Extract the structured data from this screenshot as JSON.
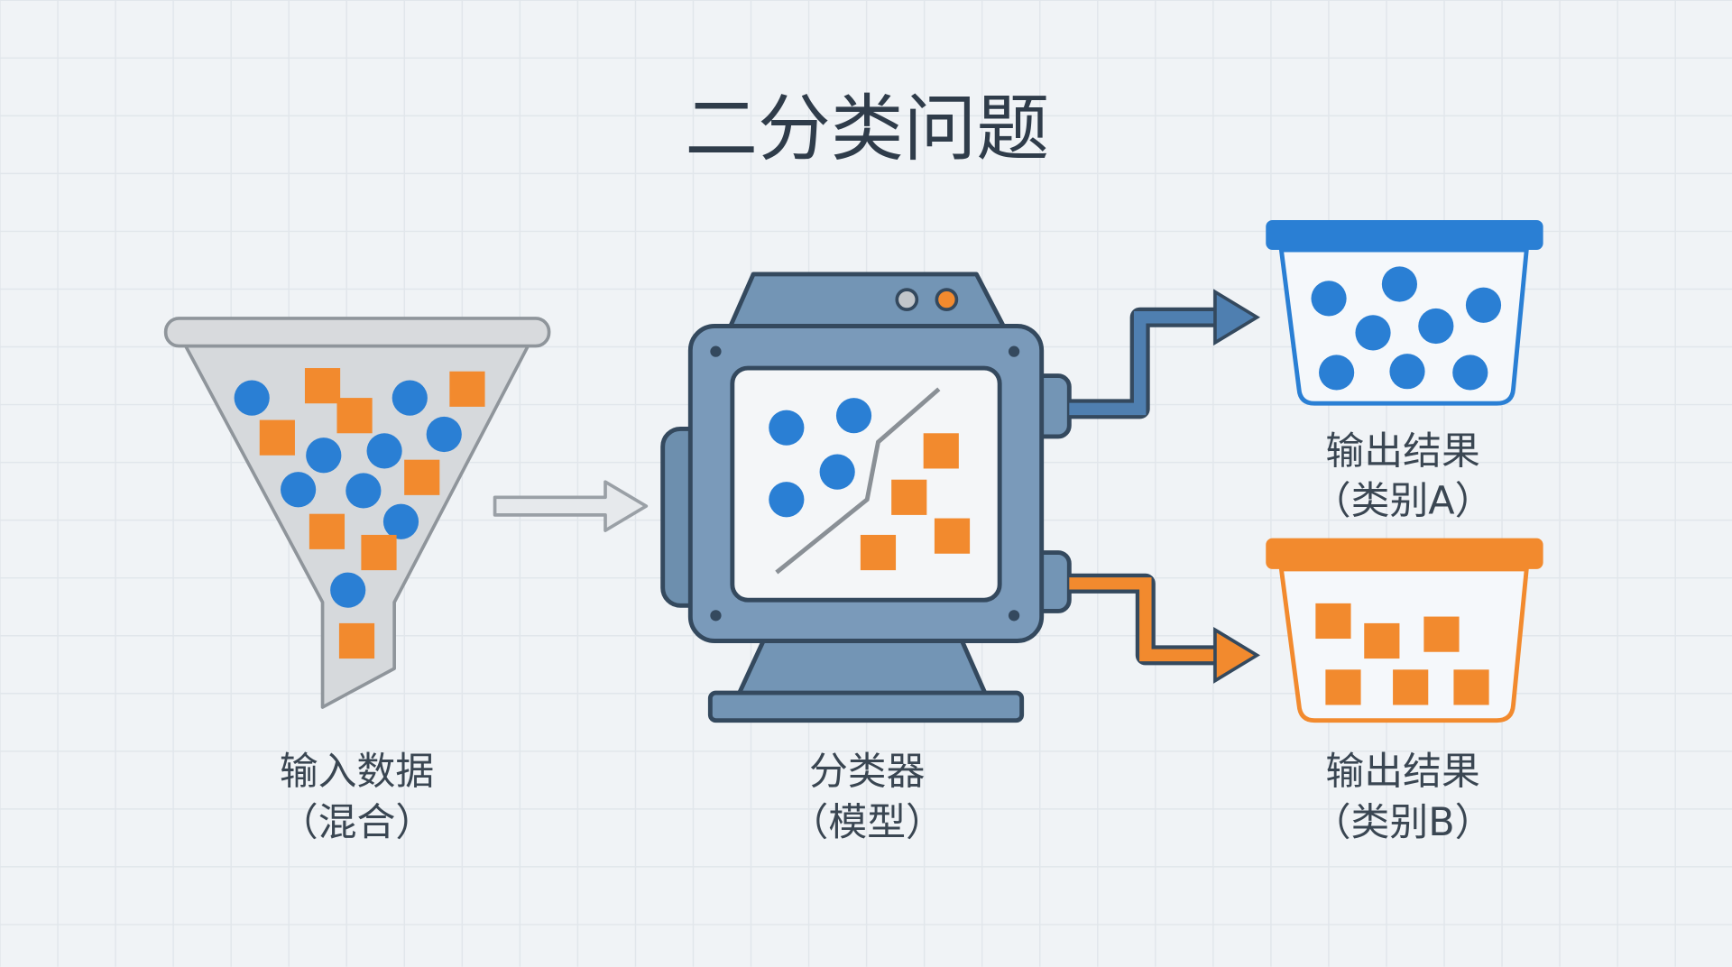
{
  "title": "二分类问题",
  "input": {
    "label": "输入数据",
    "sub": "（混合）"
  },
  "classifier": {
    "label": "分类器",
    "sub": "（模型）"
  },
  "output_a": {
    "label": "输出结果",
    "sub": "（类别A）"
  },
  "output_b": {
    "label": "输出结果",
    "sub": "（类别B）"
  },
  "colors": {
    "class_a": "#2a7fd4",
    "class_b": "#f28a2e",
    "machine": "#7395b5",
    "outline": "#34495e",
    "background": "#f0f3f6"
  }
}
